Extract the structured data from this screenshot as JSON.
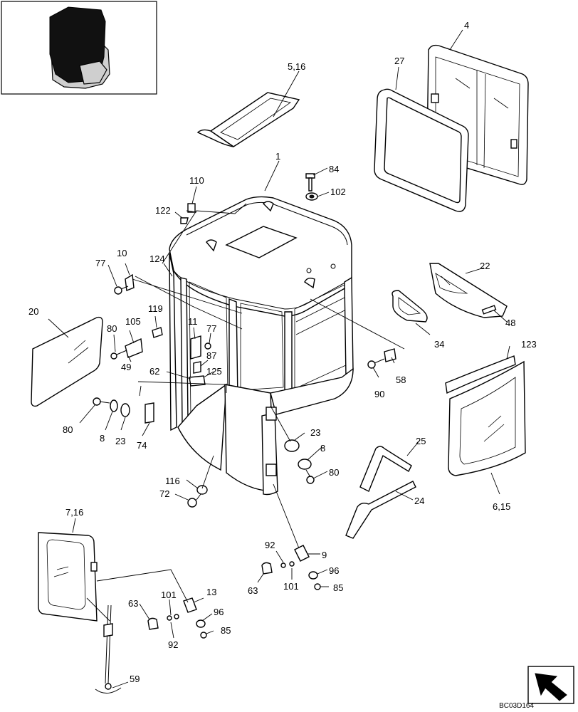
{
  "diagram": {
    "drawing_code": "BC03D164",
    "callouts": {
      "c_1": "1",
      "c_4": "4",
      "c_5_16": "5,16",
      "c_27": "27",
      "c_84": "84",
      "c_102": "102",
      "c_110": "110",
      "c_122": "122",
      "c_10": "10",
      "c_77a": "77",
      "c_124": "124",
      "c_22": "22",
      "c_48": "48",
      "c_34": "34",
      "c_20": "20",
      "c_119": "119",
      "c_80a": "80",
      "c_105": "105",
      "c_11": "11",
      "c_77b": "77",
      "c_49": "49",
      "c_87": "87",
      "c_62": "62",
      "c_125": "125",
      "c_58": "58",
      "c_90": "90",
      "c_123": "123",
      "c_80b": "80",
      "c_8a": "8",
      "c_23a": "23",
      "c_74": "74",
      "c_23b": "23",
      "c_8b": "8",
      "c_80c": "80",
      "c_25": "25",
      "c_24": "24",
      "c_6_15": "6,15",
      "c_116": "116",
      "c_72": "72",
      "c_7_16": "7,16",
      "c_92a": "92",
      "c_9": "9",
      "c_96a": "96",
      "c_63a": "63",
      "c_101a": "101",
      "c_85a": "85",
      "c_13": "13",
      "c_101b": "101",
      "c_63b": "63",
      "c_96b": "96",
      "c_85b": "85",
      "c_92b": "92",
      "c_59": "59"
    }
  }
}
